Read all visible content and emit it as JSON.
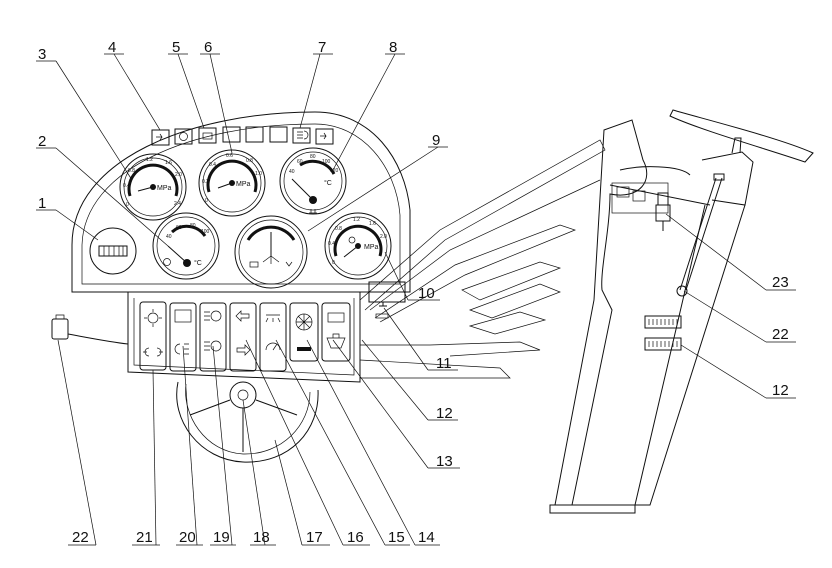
{
  "gauges": {
    "g3": {
      "unit": "MPa",
      "ticks": [
        "0",
        "0.4",
        "0.8",
        "1.2",
        "1.6",
        "2.0",
        "2.4"
      ]
    },
    "g6": {
      "unit": "MPa",
      "ticks": [
        "0",
        "0.2",
        "0.4",
        "0.6",
        "0.8",
        "1.0"
      ]
    },
    "g8": {
      "unit": "°C",
      "ticks": [
        "40",
        "60",
        "80",
        "100",
        "120"
      ]
    },
    "g2": {
      "unit": "°C",
      "ticks": [
        "40",
        "60",
        "80",
        "100"
      ]
    },
    "g10": {
      "unit": "MPa",
      "ticks": [
        "0",
        "0.4",
        "0.8",
        "1.2",
        "1.6",
        "2.0"
      ]
    }
  },
  "callouts": [
    "1",
    "2",
    "3",
    "4",
    "5",
    "6",
    "7",
    "8",
    "9",
    "10",
    "11",
    "12",
    "13",
    "14",
    "15",
    "16",
    "17",
    "18",
    "19",
    "20",
    "21",
    "22",
    "23",
    "22",
    "12"
  ]
}
